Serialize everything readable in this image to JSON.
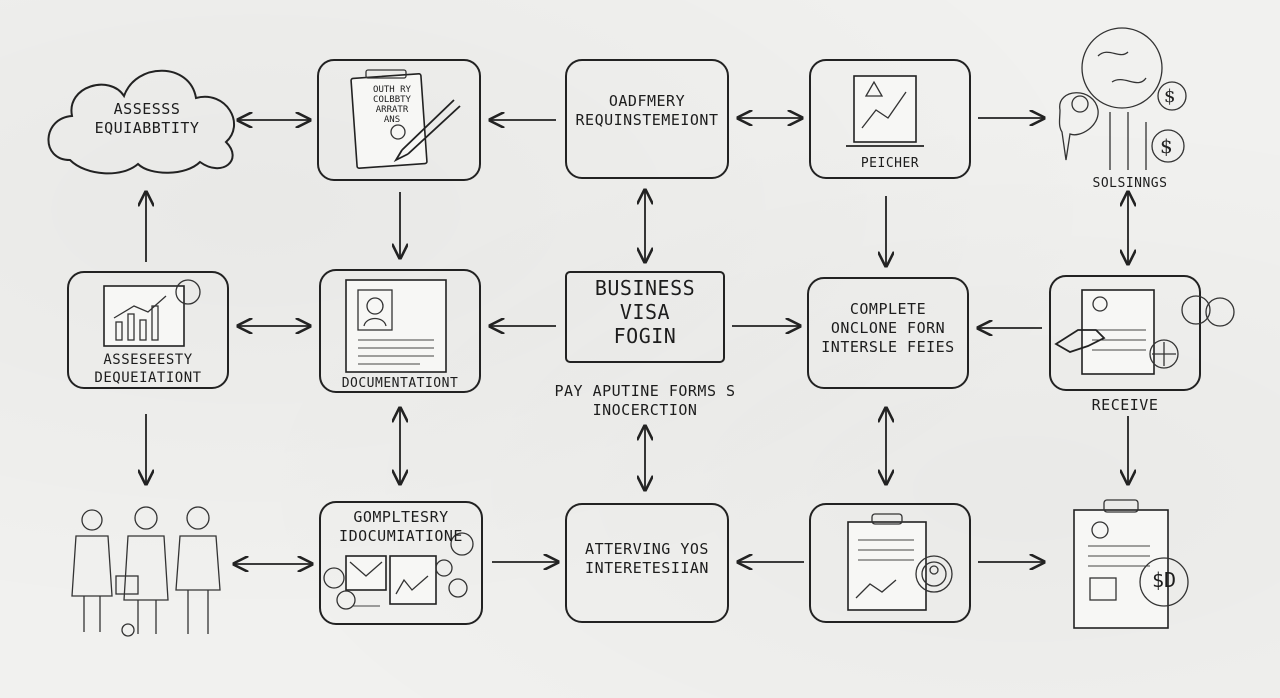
{
  "nodes": {
    "assess_top": "ASSESSS\nEQUIABBTITY",
    "paper_card": "OUTH RY\nCOLBBTY\nARRATR\nANS",
    "ordinary_req": "OADFMERY\nREQUINSTEMEIONT",
    "pelcher": "PEICHER",
    "solsinngs": "SOLSINNGS",
    "assess_mid": "ASSESEESTY\nDEQUEIATIONT",
    "documentation": "DOCUMENTATIONT",
    "business_visa": "BUSINESS\nVISA\nFOGIN",
    "pay_forms": "PAY APUTINE FORMS S\nINOCERCTION",
    "complete_online": "COMPLETE\nONCLONE FORN\nINTERSLE FEIES",
    "receive": "RECEIVE",
    "complete_doc": "GOMPLTESRY\nIDOCUMIATIONE",
    "attending": "ATTERVING YOS\nINTERETESIIAN",
    "money_badge": "$D"
  },
  "connections": [
    [
      "assess_top",
      "paper_card",
      "both"
    ],
    [
      "ordinary_req",
      "paper_card",
      "to"
    ],
    [
      "ordinary_req",
      "pelcher",
      "both"
    ],
    [
      "pelcher",
      "solsinngs",
      "to"
    ],
    [
      "assess_mid",
      "assess_top",
      "to"
    ],
    [
      "assess_mid",
      "documentation",
      "both"
    ],
    [
      "paper_card",
      "documentation",
      "to"
    ],
    [
      "business_visa",
      "documentation",
      "to"
    ],
    [
      "ordinary_req",
      "business_visa",
      "both"
    ],
    [
      "business_visa",
      "complete_online",
      "to"
    ],
    [
      "pelcher",
      "complete_online",
      "to"
    ],
    [
      "receive",
      "complete_online",
      "to"
    ],
    [
      "solsinngs",
      "receive",
      "both"
    ],
    [
      "assess_mid",
      "people",
      "to"
    ],
    [
      "people",
      "complete_doc",
      "both"
    ],
    [
      "documentation",
      "complete_doc",
      "both"
    ],
    [
      "complete_doc",
      "attending",
      "to"
    ],
    [
      "business_visa",
      "attending",
      "both"
    ],
    [
      "clipboard_bottom",
      "attending",
      "to"
    ],
    [
      "complete_online",
      "clipboard_bottom",
      "both"
    ],
    [
      "clipboard_bottom",
      "money_doc",
      "to"
    ],
    [
      "receive",
      "money_doc",
      "to"
    ]
  ]
}
